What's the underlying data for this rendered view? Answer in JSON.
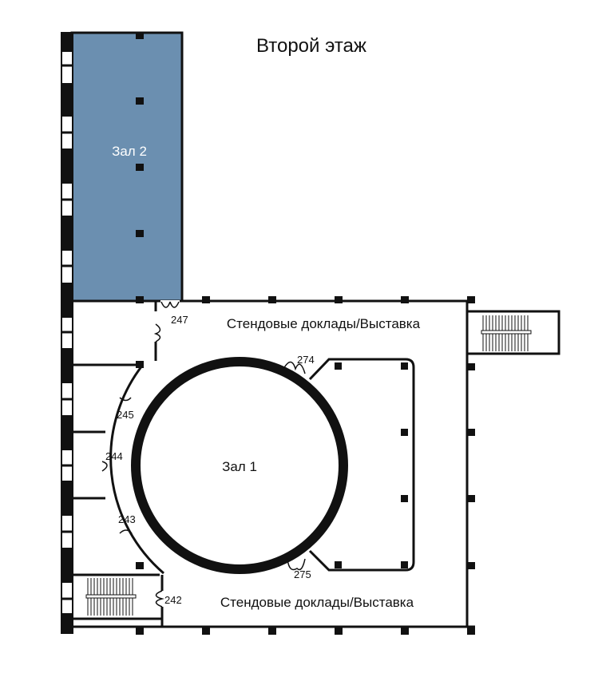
{
  "title": "Второй этаж",
  "colors": {
    "hall2_fill": "#6b8fb0",
    "wall": "#111111",
    "background": "#ffffff"
  },
  "rooms": {
    "hall2": "Зал 2",
    "hall1": "Зал 1",
    "poster_top": "Стендовые доклады/Выставка",
    "poster_bottom": "Стендовые доклады/Выставка"
  },
  "doors": [
    "247",
    "274",
    "245",
    "244",
    "243",
    "275",
    "242"
  ],
  "icons": [
    "door-icon",
    "staircase-icon",
    "column-icon"
  ]
}
